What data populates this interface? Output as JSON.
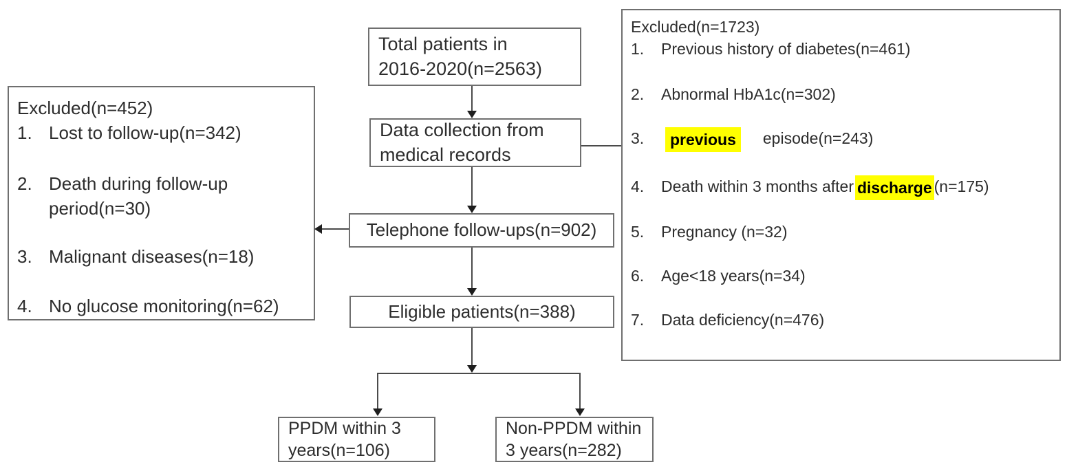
{
  "flow": {
    "total_box": "Total patients in\n2016-2020(n=2563)",
    "collect_box": "Data collection from\nmedical records",
    "phone_box": "Telephone follow-ups(n=902)",
    "eligible_box": "Eligible patients(n=388)",
    "ppdm_box": "PPDM within 3\nyears(n=106)",
    "nonppdm_box": "Non-PPDM within\n3 years(n=282)"
  },
  "left_excluded": {
    "title": "Excluded(n=452)",
    "items": [
      {
        "num": "1.",
        "text": "Lost to follow-up(n=342)"
      },
      {
        "num": "2.",
        "text": "Death during follow-up period(n=30)"
      },
      {
        "num": "3.",
        "text": "Malignant diseases(n=18)"
      },
      {
        "num": "4.",
        "text": "No glucose monitoring(n=62)"
      }
    ]
  },
  "right_excluded": {
    "title": "Excluded(n=1723)",
    "items": [
      {
        "num": "1.",
        "text": "Previous history of diabetes(n=461)"
      },
      {
        "num": "2.",
        "text": "Abnormal HbA1c(n=302)"
      },
      {
        "num": "3.",
        "highlight": "previous",
        "rest": "episode(n=243)"
      },
      {
        "num": "4.",
        "pre": "Death within 3 months after",
        "highlight": "discharge",
        "rest": "(n=175)"
      },
      {
        "num": "5.",
        "text": "Pregnancy (n=32)"
      },
      {
        "num": "6.",
        "text": "Age<18 years(n=34)"
      },
      {
        "num": "7.",
        "text": "Data deficiency(n=476)"
      }
    ]
  },
  "colors": {
    "highlight": "#ffff00",
    "box_border": "#6f6f6f",
    "line": "#4a4a4a",
    "text": "#2d2d2d",
    "background": "#ffffff"
  }
}
